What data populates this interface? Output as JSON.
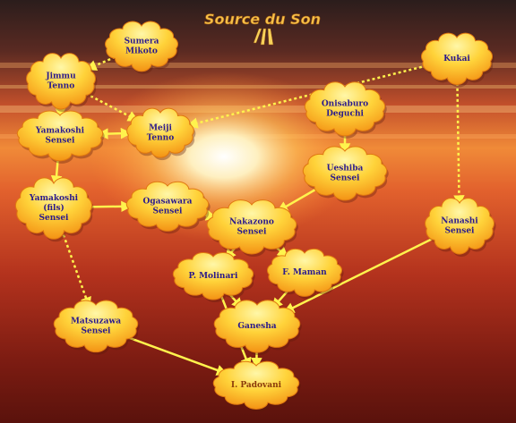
{
  "title": "Source du Son",
  "colors": {
    "node_text": "#2a1a8c",
    "node_text_warm": "#8a3a0a",
    "title": "#f6c24a",
    "arrow": "#fff34d"
  },
  "nodes": [
    {
      "id": "sumera",
      "label": [
        "Sumera",
        "Mikoto"
      ],
      "warm": false
    },
    {
      "id": "jimmu",
      "label": [
        "Jimmu",
        "Tenno"
      ],
      "warm": false
    },
    {
      "id": "meiji",
      "label": [
        "Meiji",
        "Tenno"
      ],
      "warm": false
    },
    {
      "id": "yamakoshi",
      "label": [
        "Yamakoshi",
        "Sensei"
      ],
      "warm": false
    },
    {
      "id": "yamakoshi_fils",
      "label": [
        "Yamakoshi",
        "(fils)",
        "Sensei"
      ],
      "warm": false
    },
    {
      "id": "ogasawara",
      "label": [
        "Ogasawara",
        "Sensei"
      ],
      "warm": false
    },
    {
      "id": "onisaburo",
      "label": [
        "Onisaburo",
        "Deguchi"
      ],
      "warm": false
    },
    {
      "id": "ueshiba",
      "label": [
        "Ueshiba",
        "Sensei"
      ],
      "warm": false
    },
    {
      "id": "kukai",
      "label": [
        "Kukai"
      ],
      "warm": false
    },
    {
      "id": "nakazono",
      "label": [
        "Nakazono",
        "Sensei"
      ],
      "warm": false
    },
    {
      "id": "nanashi",
      "label": [
        "Nanashi",
        "Sensei"
      ],
      "warm": false
    },
    {
      "id": "molinari",
      "label": [
        "P. Molinari"
      ],
      "warm": false
    },
    {
      "id": "maman",
      "label": [
        "F. Maman"
      ],
      "warm": false
    },
    {
      "id": "matsuzawa",
      "label": [
        "Matsuzawa",
        "Sensei"
      ],
      "warm": false
    },
    {
      "id": "ganesha",
      "label": [
        "Ganesha"
      ],
      "warm": false
    },
    {
      "id": "padovani",
      "label": [
        "I. Padovani"
      ],
      "warm": true
    }
  ],
  "edges": [
    {
      "from": "sumera",
      "to": "jimmu",
      "style": "dotted"
    },
    {
      "from": "jimmu",
      "to": "meiji",
      "style": "dotted"
    },
    {
      "from": "jimmu",
      "to": "yamakoshi",
      "style": "dotted"
    },
    {
      "from": "yamakoshi",
      "to": "meiji",
      "style": "solid-double"
    },
    {
      "from": "kukai",
      "to": "meiji",
      "style": "dotted"
    },
    {
      "from": "kukai",
      "to": "nanashi",
      "style": "dotted"
    },
    {
      "from": "onisaburo",
      "to": "ueshiba",
      "style": "solid"
    },
    {
      "from": "yamakoshi",
      "to": "yamakoshi_fils",
      "style": "solid"
    },
    {
      "from": "yamakoshi_fils",
      "to": "ogasawara",
      "style": "solid"
    },
    {
      "from": "yamakoshi_fils",
      "to": "matsuzawa",
      "style": "dotted"
    },
    {
      "from": "ogasawara",
      "to": "nakazono",
      "style": "solid"
    },
    {
      "from": "ueshiba",
      "to": "nakazono",
      "style": "solid"
    },
    {
      "from": "nakazono",
      "to": "molinari",
      "style": "solid"
    },
    {
      "from": "nakazono",
      "to": "maman",
      "style": "solid"
    },
    {
      "from": "molinari",
      "to": "ganesha",
      "style": "solid"
    },
    {
      "from": "maman",
      "to": "ganesha",
      "style": "solid"
    },
    {
      "from": "nanashi",
      "to": "ganesha",
      "style": "solid"
    },
    {
      "from": "molinari",
      "to": "padovani",
      "style": "solid"
    },
    {
      "from": "ganesha",
      "to": "padovani",
      "style": "solid"
    },
    {
      "from": "matsuzawa",
      "to": "padovani",
      "style": "solid"
    }
  ]
}
